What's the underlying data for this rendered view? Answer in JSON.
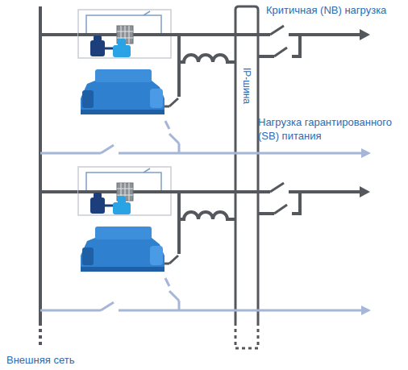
{
  "diagram": {
    "labels": [
      "Критичная (NB) нагрузка",
      "IP-шина",
      "Нагрузка гарантированного (SB) питания",
      "Внешняя сеть"
    ]
  }
}
